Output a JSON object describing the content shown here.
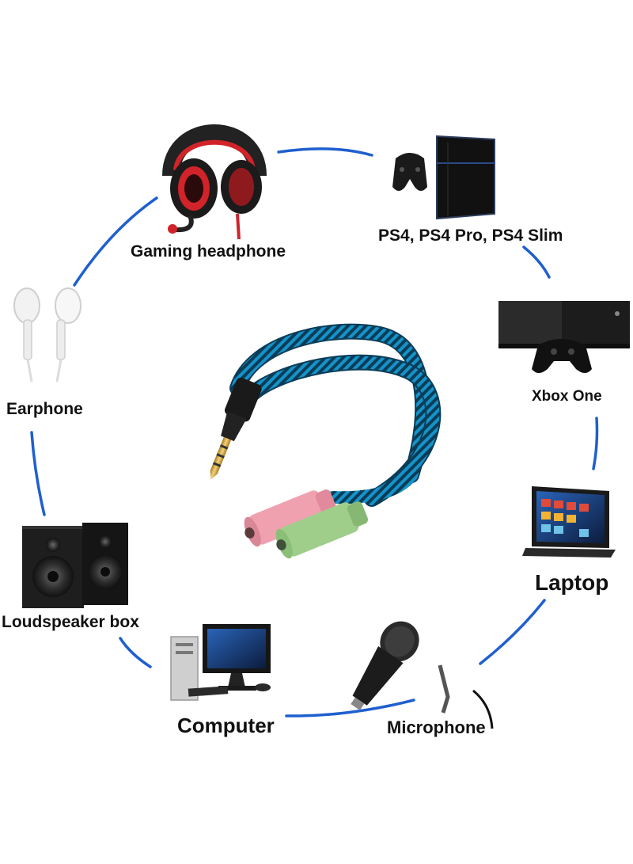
{
  "devices": {
    "gaming_headphone": "Gaming headphone",
    "ps4": "PS4, PS4 Pro, PS4 Slim",
    "xbox": "Xbox One",
    "earphone": "Earphone",
    "laptop": "Laptop",
    "loudspeaker": "Loudspeaker box",
    "computer": "Computer",
    "microphone": "Microphone"
  },
  "colors": {
    "connector_line": "#1f5fcf",
    "cable_blue": "#1593c9",
    "plug_pink": "#f0a1b0",
    "plug_green": "#9fce8b",
    "gold": "#d8a63a",
    "headset_red": "#d1232a"
  },
  "icons": [
    "cable-adapter-icon",
    "gaming-headset-icon",
    "ps4-console-icon",
    "xbox-console-icon",
    "earphone-icon",
    "laptop-icon",
    "loudspeaker-icon",
    "computer-icon",
    "microphone-icon"
  ]
}
